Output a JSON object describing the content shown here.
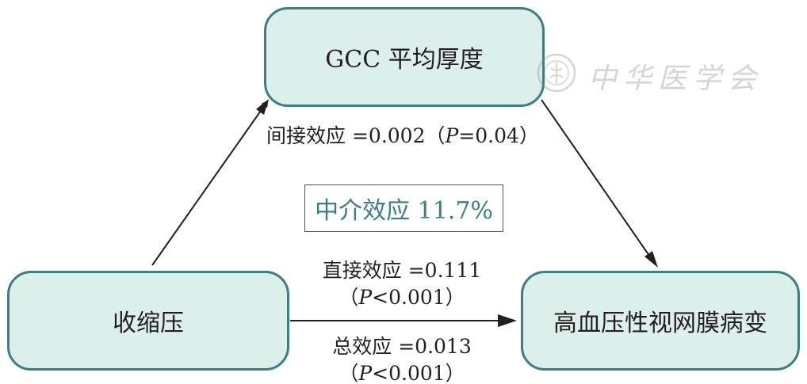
{
  "nodes": {
    "mediator": "GCC 平均厚度",
    "exposure": "收缩压",
    "outcome": "高血压性视网膜病变"
  },
  "paths": {
    "indirect": {
      "prefix": "间接效应 =0.002（",
      "p_symbol": "P",
      "p_value": "=0.04）"
    },
    "direct": {
      "line1": "直接效应 =0.111",
      "open": "（",
      "p_symbol": "P",
      "p_value": "<0.001）"
    },
    "total": {
      "line1": "总效应 =0.013",
      "open": "（",
      "p_symbol": "P",
      "p_value": "<0.001）"
    }
  },
  "mediation_effect": "中介效应 11.7%",
  "watermark": {
    "text": "中华医学会"
  },
  "colors": {
    "node_fill": "#dcefeb",
    "node_border": "#3a7f82",
    "accent_text": "#3a7f82",
    "arrow": "#231f20"
  }
}
